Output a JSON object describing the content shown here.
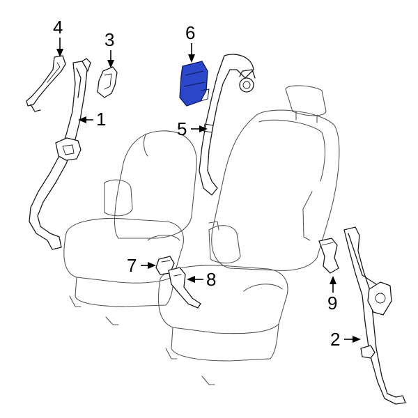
{
  "highlight_color": "#2b46c8",
  "callouts": [
    {
      "id": "1",
      "label": "1"
    },
    {
      "id": "2",
      "label": "2"
    },
    {
      "id": "3",
      "label": "3"
    },
    {
      "id": "4",
      "label": "4"
    },
    {
      "id": "5",
      "label": "5"
    },
    {
      "id": "6",
      "label": "6"
    },
    {
      "id": "7",
      "label": "7"
    },
    {
      "id": "8",
      "label": "8"
    },
    {
      "id": "9",
      "label": "9"
    }
  ],
  "highlighted_part": "6"
}
